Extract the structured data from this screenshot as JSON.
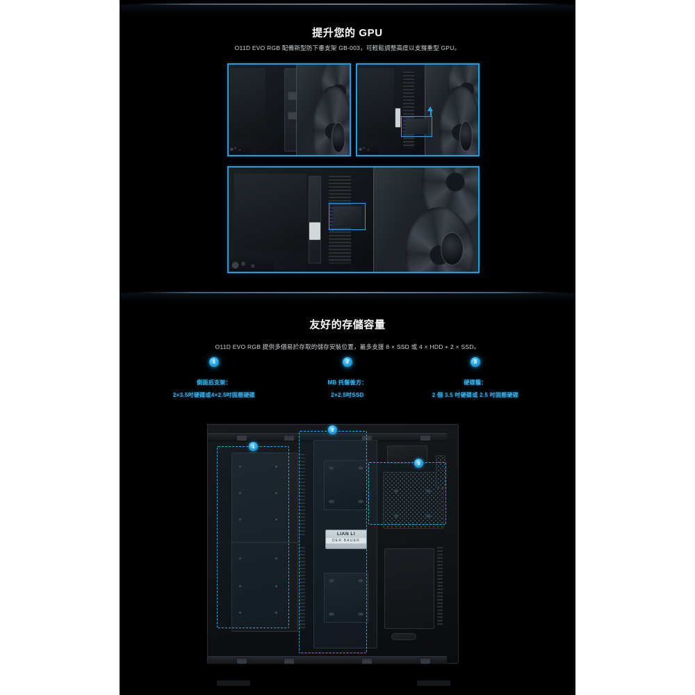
{
  "page": {
    "background": "#ffffff",
    "content_background": "#000000",
    "accent_color": "#2ba3e3",
    "badge_color": "#22a6ea"
  },
  "gpu_section": {
    "title": "提升您的 GPU",
    "subtitle": "O11D EVO RGB 配備新型防下垂支架 GB-003，可輕鬆調整高度以支撐重型 GPU。",
    "photos": [
      {
        "name": "gpu-bracket-closeup-left",
        "alt": "GPU 支架安裝特寫（左）"
      },
      {
        "name": "gpu-bracket-closeup-right",
        "alt": "GPU 支架安裝特寫（右）"
      },
      {
        "name": "gpu-bracket-wide",
        "alt": "GPU 支架整體視圖"
      }
    ]
  },
  "storage_section": {
    "title": "友好的存儲容量",
    "subtitle": "O11D EVO RGB 提供多個易於存取的儲存安裝位置，最多支援 8 × SSD 或 4 × HDD + 2 × SSD。",
    "callouts": [
      {
        "number": "1",
        "line1": "側面后支架：",
        "line2": "2×3.5吋硬碟或4×2.5吋固態硬碟"
      },
      {
        "number": "2",
        "line1": "MB 托盤後方：",
        "line2": "2×2.5吋SSD"
      },
      {
        "number": "3",
        "line1": "硬碟籠：",
        "line2": "2 個 3.5 吋硬碟或 2.5 吋固態硬碟"
      }
    ],
    "case_image": {
      "name": "o11d-evo-rgb-interior",
      "brand_badge_top": "LIAN LI",
      "brand_badge_bottom": "DER BAUER",
      "region_badges": [
        "1",
        "2",
        "3"
      ]
    }
  }
}
